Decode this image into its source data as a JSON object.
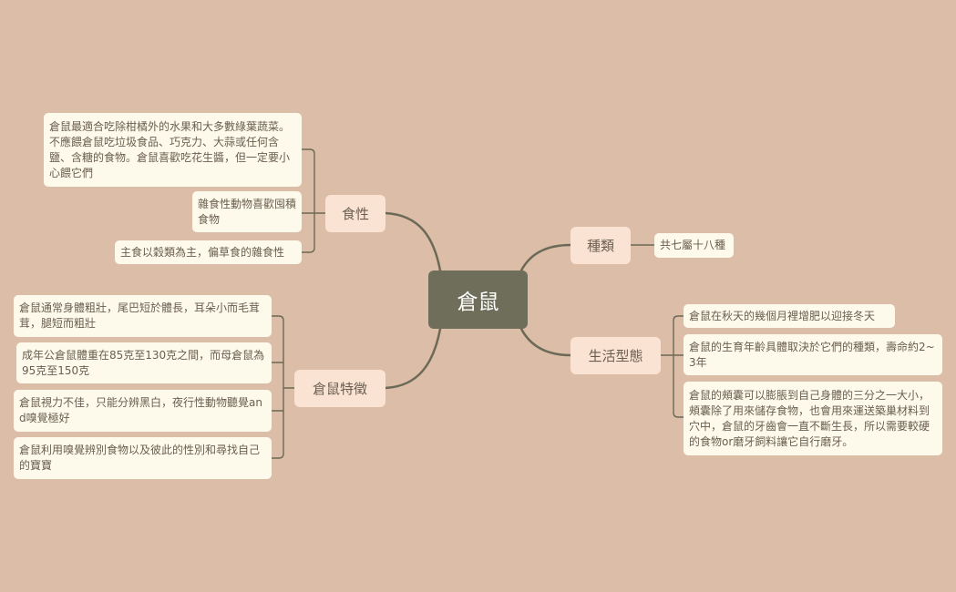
{
  "root": {
    "label": "倉鼠"
  },
  "branches": {
    "diet": {
      "label": "食性",
      "items": [
        "倉鼠最適合吃除柑橘外的水果和大多數綠葉蔬菜。不應餵倉鼠吃垃圾食品、巧克力、大蒜或任何含鹽、含糖的食物。倉鼠喜歡吃花生醬，但一定要小心餵它們",
        "雜食性動物喜歡囤積食物",
        "主食以穀類為主，偏草食的雜食性"
      ]
    },
    "traits": {
      "label": "倉鼠特徵",
      "items": [
        "倉鼠通常身體粗壯，尾巴短於體長，耳朵小而毛茸茸，腿短而粗壯",
        "成年公倉鼠體重在85克至130克之間，而母倉鼠為95克至150克",
        "倉鼠視力不佳，只能分辨黑白，夜行性動物聽覺and嗅覺極好",
        "倉鼠利用嗅覺辨別食物以及彼此的性別和尋找自己的寶寶"
      ]
    },
    "species": {
      "label": "種類",
      "items": [
        "共七屬十八種"
      ]
    },
    "lifestyle": {
      "label": "生活型態",
      "items": [
        "倉鼠在秋天的幾個月裡增肥以迎接冬天",
        "倉鼠的生育年齡具體取決於它們的種類，壽命約2~3年",
        "倉鼠的頰囊可以膨脹到自己身體的三分之一大小，頰囊除了用來儲存食物，也會用來運送築巢材料到穴中，倉鼠的牙齒會一直不斷生長，所以需要較硬的食物or磨牙飼料讓它自行磨牙。"
      ]
    }
  },
  "colors": {
    "background": "#dcbda8",
    "root": "#6e6e5b",
    "branch": "#fbe3d3",
    "leaf": "#fdfaeb",
    "connector": "#6b6a56"
  }
}
